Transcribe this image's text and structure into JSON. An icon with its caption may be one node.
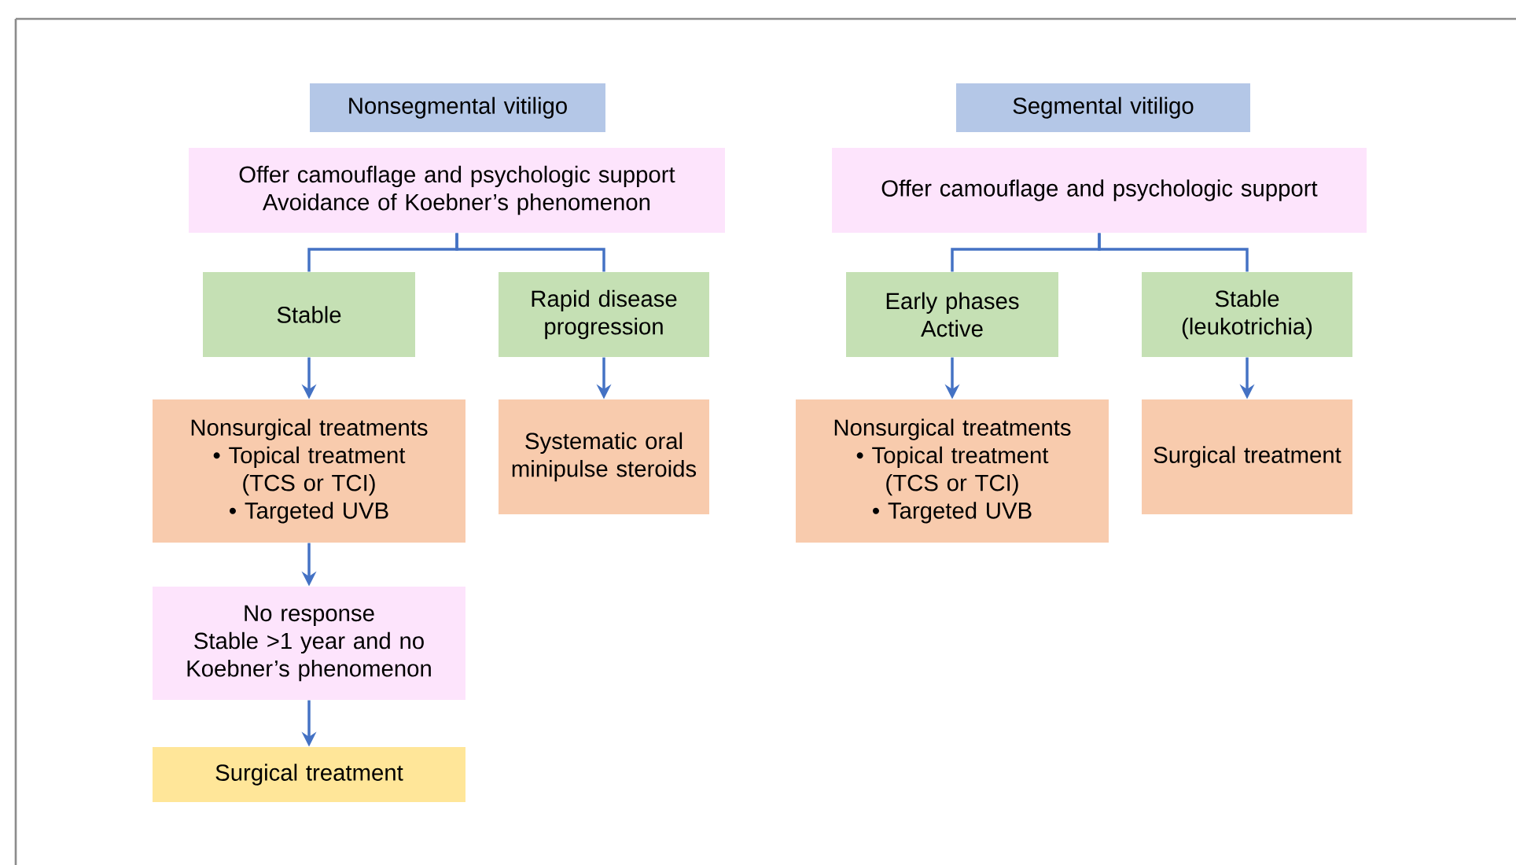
{
  "diagram": {
    "nodes": [
      {
        "text": [
          "Nonsegmental vitiligo"
        ]
      },
      {
        "text": [
          "Offer camouflage and psychologic support",
          "Avoidance of Koebner’s phenomenon"
        ]
      },
      {
        "text": [
          "Stable"
        ]
      },
      {
        "text": [
          "Rapid disease progression"
        ]
      },
      {
        "text": [
          "Nonsurgical treatments",
          "• Topical treatment (TCS or TCI)",
          "• Targeted UVB"
        ]
      },
      {
        "text": [
          "Systematic oral minipulse steroids"
        ]
      },
      {
        "text": [
          "No response",
          "Stable >1 year and no Koebner’s phenomenon"
        ]
      },
      {
        "text": [
          "Surgical treatment"
        ]
      },
      {
        "text": [
          "Segmental vitiligo"
        ]
      },
      {
        "text": [
          "Offer camouflage and psychologic support"
        ]
      },
      {
        "text": [
          "Early phases",
          "Active"
        ]
      },
      {
        "text": [
          "Stable (leukotrichia)"
        ]
      },
      {
        "text": [
          "Nonsurgical treatments",
          "• Topical treatment (TCS or TCI)",
          "• Targeted UVB"
        ]
      },
      {
        "text": [
          "Surgical treatment"
        ]
      }
    ],
    "edges": [
      {
        "from": 1,
        "to": 2,
        "arrow": "none"
      },
      {
        "from": 1,
        "to": 3,
        "arrow": "none"
      },
      {
        "from": 2,
        "to": 4,
        "arrow": "to"
      },
      {
        "from": 3,
        "to": 5,
        "arrow": "to"
      },
      {
        "from": 4,
        "to": 6,
        "arrow": "to"
      },
      {
        "from": 6,
        "to": 7,
        "arrow": "to"
      },
      {
        "from": 9,
        "to": 10,
        "arrow": "none"
      },
      {
        "from": 9,
        "to": 11,
        "arrow": "none"
      },
      {
        "from": 10,
        "to": 12,
        "arrow": "to"
      },
      {
        "from": 11,
        "to": 13,
        "arrow": "to"
      }
    ]
  }
}
